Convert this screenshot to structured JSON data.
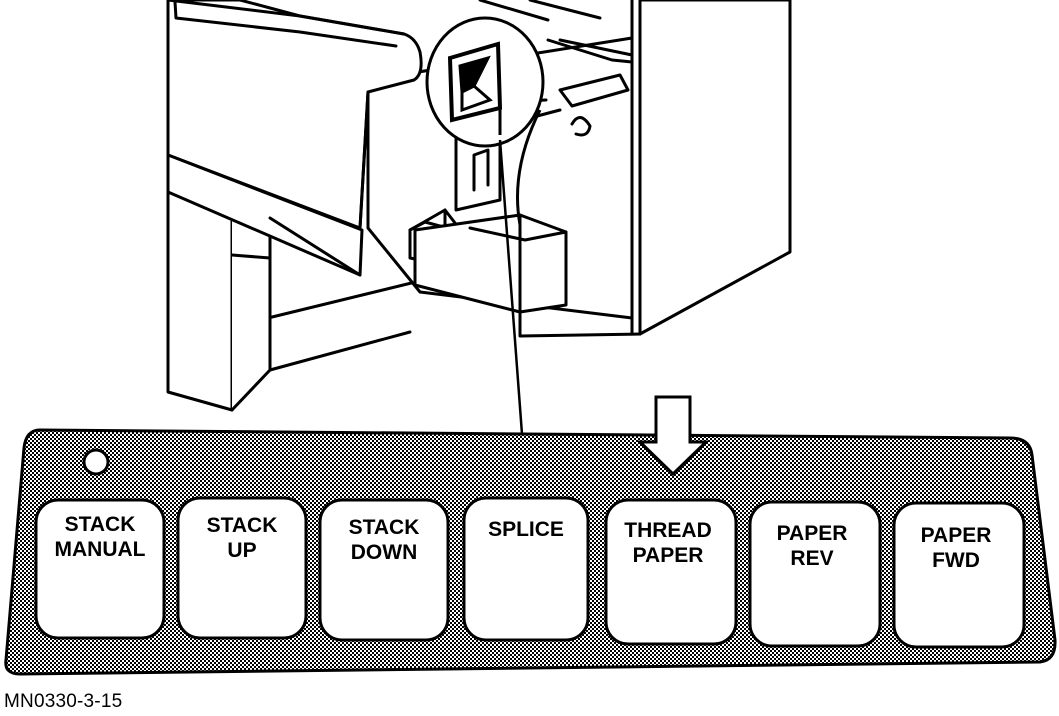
{
  "panel": {
    "keys": [
      {
        "id": "stack-manual",
        "line1": "STACK",
        "line2": "MANUAL"
      },
      {
        "id": "stack-up",
        "line1": "STACK",
        "line2": "UP"
      },
      {
        "id": "stack-down",
        "line1": "STACK",
        "line2": "DOWN"
      },
      {
        "id": "splice",
        "line1": "SPLICE",
        "line2": ""
      },
      {
        "id": "thread-paper",
        "line1": "THREAD",
        "line2": "PAPER"
      },
      {
        "id": "paper-rev",
        "line1": "PAPER",
        "line2": "REV"
      },
      {
        "id": "paper-fwd",
        "line1": "PAPER",
        "line2": "FWD"
      }
    ],
    "indicated_key": "thread-paper"
  },
  "figure_id": "MN0330-3-15",
  "colors": {
    "ink": "#000000",
    "paper": "#ffffff",
    "panel_dots": "#000000"
  }
}
